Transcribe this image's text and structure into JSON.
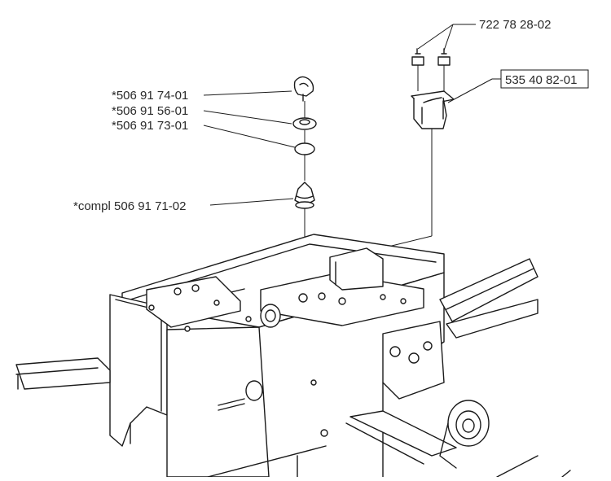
{
  "diagram": {
    "callouts": [
      {
        "id": "part-722-78-28-02",
        "label": "722 78 28-02",
        "boxed": false
      },
      {
        "id": "part-535-40-82-01",
        "label": "535 40 82-01",
        "boxed": true
      },
      {
        "id": "part-506-91-74-01",
        "label": "*506 91 74-01",
        "boxed": false
      },
      {
        "id": "part-506-91-56-01",
        "label": "*506 91 56-01",
        "boxed": false
      },
      {
        "id": "part-506-91-73-01",
        "label": "*506 91 73-01",
        "boxed": false
      },
      {
        "id": "part-compl-506-91-71-02",
        "label": "*compl 506 91 71-02",
        "boxed": false
      }
    ]
  }
}
